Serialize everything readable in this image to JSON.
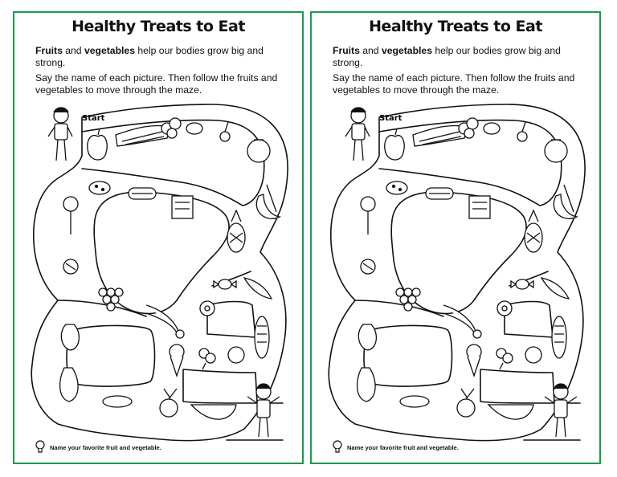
{
  "title": "Healthy Treats to Eat",
  "intro": {
    "bold_fruits": "Fruits",
    "and": " and ",
    "bold_vegetables": "vegetables",
    "rest": " help our bodies grow big and strong.",
    "instructions": "Say the name of each picture. Then follow the fruits and vegetables to move through the maze."
  },
  "start_label": "Start",
  "footer": "Name your favorite fruit and vegetable.",
  "colors": {
    "frame": "#1a9a4a",
    "ink": "#111111"
  },
  "icons": [
    "boy-icon",
    "apple-icon",
    "celery-icon",
    "broccoli-icon",
    "lemon-icon",
    "cherry-icon",
    "tomato-icon",
    "banana-icon",
    "cookie-icon",
    "hot-dog-icon",
    "candy-box-icon",
    "lollipop-icon",
    "pineapple-icon",
    "pretzel-icon",
    "candy-icon",
    "pea-pod-icon",
    "grapes-icon",
    "donut-icon",
    "scallion-icon",
    "pepper-icon",
    "corn-icon",
    "ice-cream-icon",
    "broccoli-small-icon",
    "orange-icon",
    "pear-icon",
    "cucumber-icon",
    "beet-icon",
    "watermelon-icon",
    "girl-icon",
    "lightbulb-icon"
  ]
}
